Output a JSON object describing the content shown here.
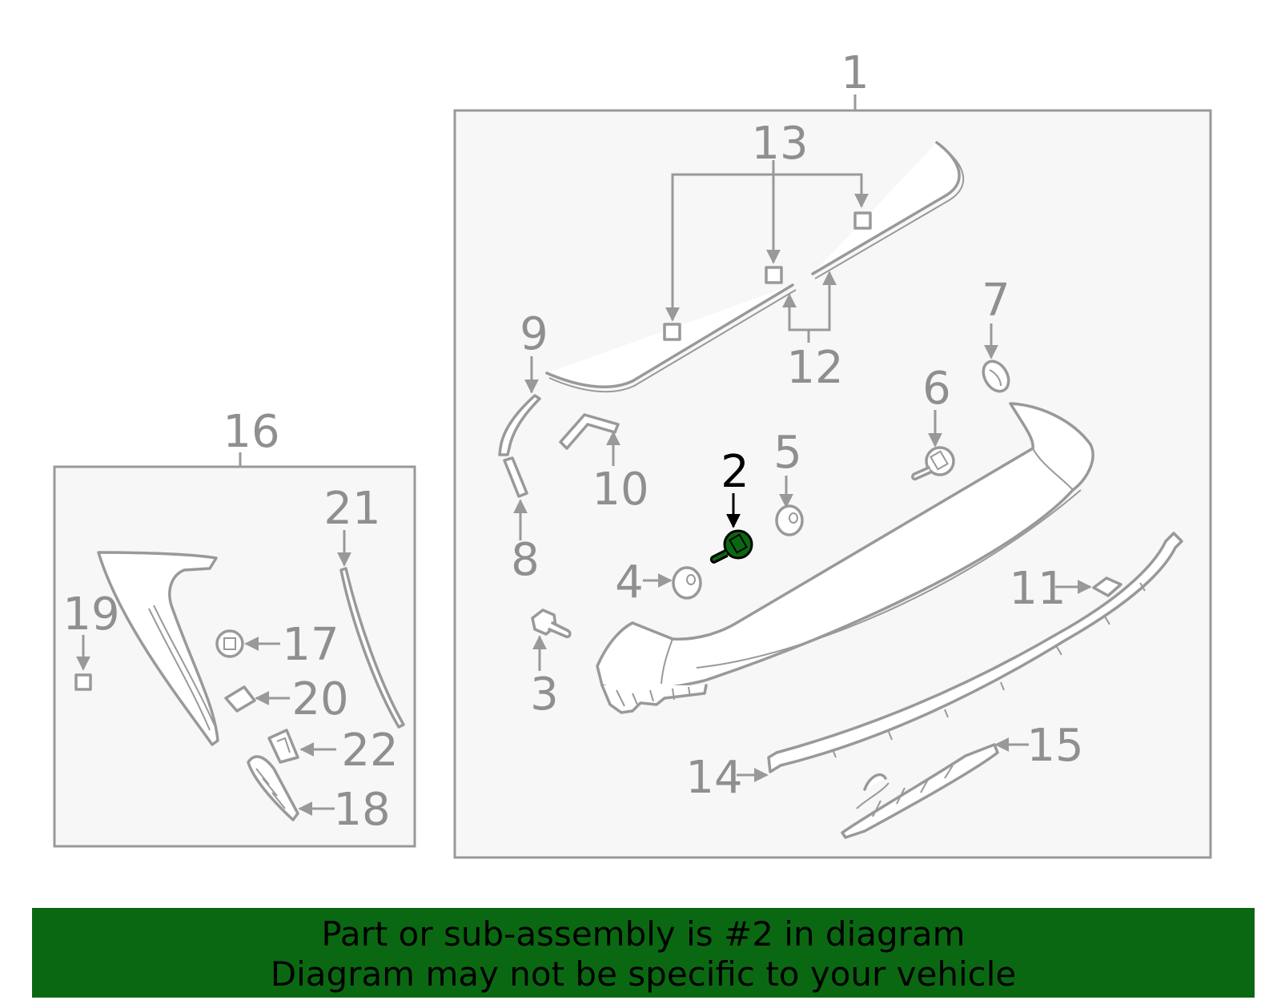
{
  "callouts": {
    "c1": "1",
    "c2": "2",
    "c3": "3",
    "c4": "4",
    "c5": "5",
    "c6": "6",
    "c7": "7",
    "c8": "8",
    "c9": "9",
    "c10": "10",
    "c11": "11",
    "c12": "12",
    "c13": "13",
    "c14": "14",
    "c15": "15",
    "c16": "16",
    "c17": "17",
    "c18": "18",
    "c19": "19",
    "c20": "20",
    "c21": "21",
    "c22": "22"
  },
  "colors": {
    "line": "#999999",
    "highlight_part": "#0b6812",
    "banner_bg": "#0b6812",
    "box_fill": "#f7f7f7"
  },
  "banner": {
    "line1": "Part or sub-assembly is #2 in diagram",
    "line2": "Diagram may not be specific to your vehicle"
  }
}
